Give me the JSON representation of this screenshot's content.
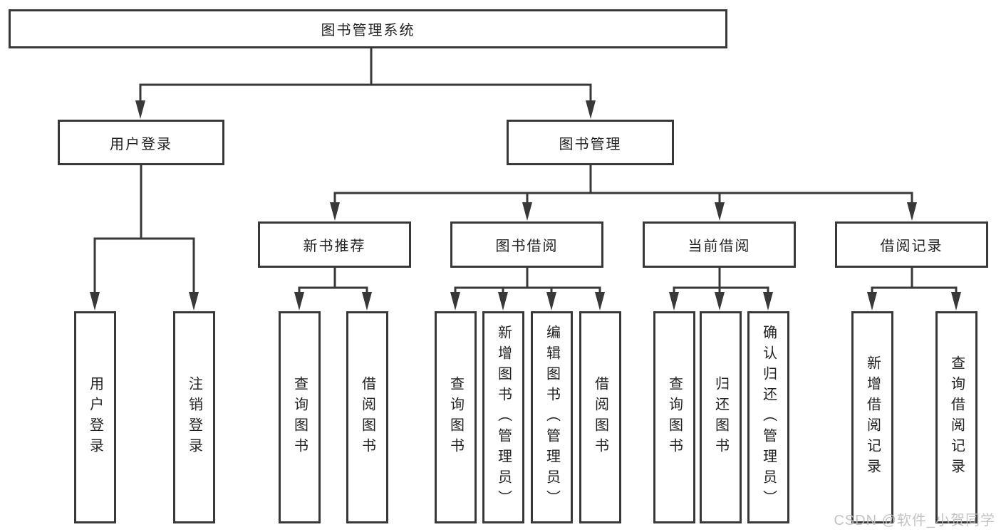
{
  "diagram": {
    "root": {
      "label": "图书管理系统"
    },
    "branches": [
      {
        "label": "用户登录",
        "children": [
          {
            "label": "用户登录"
          },
          {
            "label": "注销登录"
          }
        ]
      },
      {
        "label": "图书管理",
        "children": [
          {
            "label": "新书推荐",
            "children": [
              {
                "label": "查询图书"
              },
              {
                "label": "借阅图书"
              }
            ]
          },
          {
            "label": "图书借阅",
            "children": [
              {
                "label": "查询图书"
              },
              {
                "label": "新增图书（管理员）"
              },
              {
                "label": "编辑图书（管理员）"
              },
              {
                "label": "借阅图书"
              }
            ]
          },
          {
            "label": "当前借阅",
            "children": [
              {
                "label": "查询图书"
              },
              {
                "label": "归还图书"
              },
              {
                "label": "确认归还（管理员）"
              }
            ]
          },
          {
            "label": "借阅记录",
            "children": [
              {
                "label": "新增借阅记录"
              },
              {
                "label": "查询借阅记录"
              }
            ]
          }
        ]
      }
    ]
  },
  "watermark": {
    "text": "CSDN @软件_小贺同学"
  },
  "colors": {
    "line": "#383838",
    "text": "#222222",
    "bg": "#ffffff",
    "watermark": "#bdbdbd"
  }
}
